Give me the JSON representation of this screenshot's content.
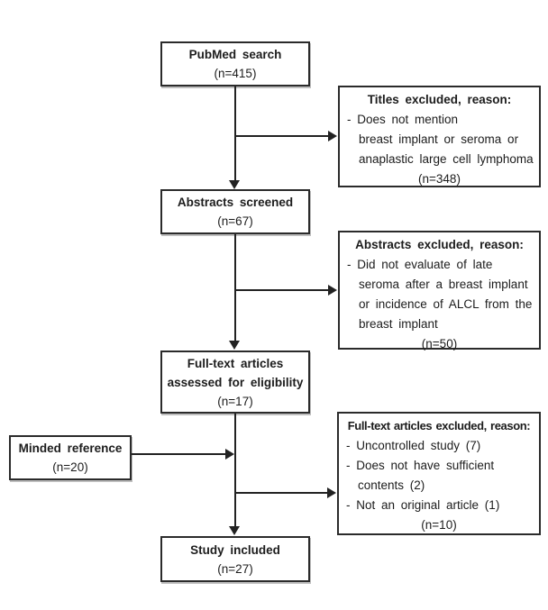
{
  "flowchart": {
    "pubmed_search": {
      "title": "PubMed search",
      "count": "(n=415)"
    },
    "titles_excluded": {
      "title": "Titles excluded, reason:",
      "lines": [
        "- Does not mention",
        "breast implant or seroma or",
        "anaplastic large cell lymphoma"
      ],
      "count": "(n=348)"
    },
    "abstracts_screened": {
      "title": "Abstracts screened",
      "count": "(n=67)"
    },
    "abstracts_excluded": {
      "title": "Abstracts excluded, reason:",
      "lines": [
        "- Did not evaluate of late",
        "seroma after a breast implant",
        "or incidence of ALCL from the",
        "breast implant"
      ],
      "count": "(n=50)"
    },
    "fulltext_assessed": {
      "title_line1": "Full-text articles",
      "title_line2": "assessed for eligibility",
      "count": "(n=17)"
    },
    "fulltext_excluded": {
      "title": "Full-text articles excluded, reason:",
      "lines": [
        "- Uncontrolled study (7)",
        "- Does not have sufficient",
        "contents (2)",
        "- Not an original article (1)"
      ],
      "count": "(n=10)"
    },
    "minded_reference": {
      "title": "Minded reference",
      "count": "(n=20)"
    },
    "study_included": {
      "title": "Study included",
      "count": "(n=27)"
    },
    "colors": {
      "border": "#2b2b2b",
      "text": "#1c1c1c",
      "background": "#ffffff"
    }
  }
}
